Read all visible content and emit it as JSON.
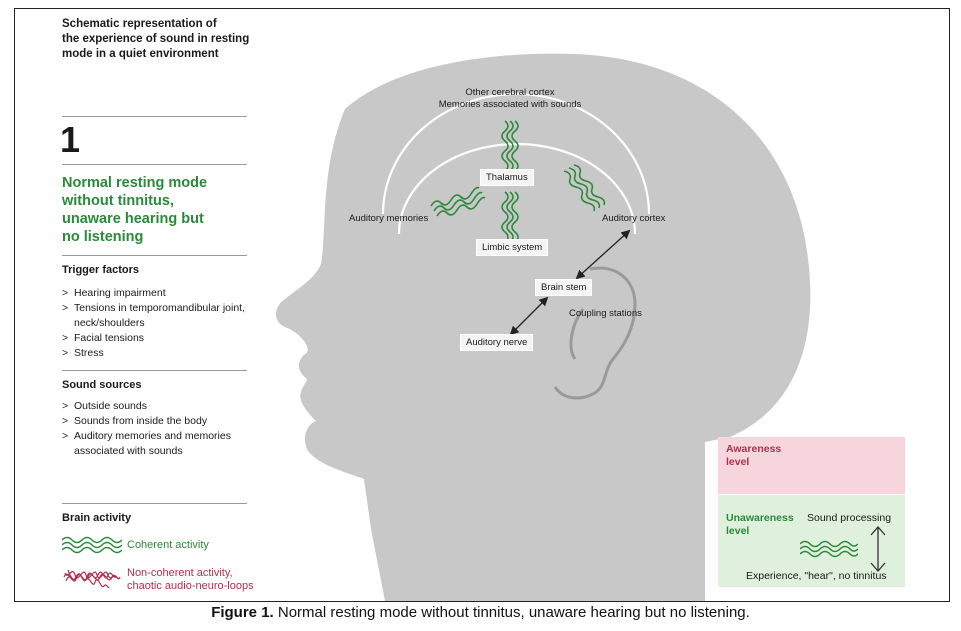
{
  "intro": [
    "Schematic representation of",
    "the experience of sound in resting",
    "mode in a quiet environment"
  ],
  "number": "1",
  "mode_title": [
    "Normal resting mode",
    "without tinnitus,",
    "unaware hearing but",
    "no listening"
  ],
  "trigger": {
    "heading": "Trigger factors",
    "items": [
      "Hearing impairment",
      "Tensions in temporomandibular joint, neck/shoulders",
      "Facial tensions",
      "Stress"
    ]
  },
  "sources": {
    "heading": "Sound sources",
    "items": [
      "Outside sounds",
      "Sounds from inside the body",
      "Auditory memories and memories associated with sounds"
    ]
  },
  "brain_activity": {
    "heading": "Brain activity",
    "coherent": "Coherent activity",
    "noncoherent": [
      "Non-coherent activity,",
      "chaotic audio-neuro-loops"
    ]
  },
  "diagram": {
    "cortex_top": [
      "Other cerebral cortex",
      "Memories associated with sounds"
    ],
    "thalamus": "Thalamus",
    "auditory_memories": "Auditory memories",
    "auditory_cortex": "Auditory cortex",
    "limbic_system": "Limbic system",
    "brain_stem": "Brain stem",
    "coupling_stations": "Coupling stations",
    "auditory_nerve": "Auditory nerve"
  },
  "levels": {
    "awareness": [
      "Awareness",
      "level"
    ],
    "unawareness": [
      "Unawareness",
      "level"
    ],
    "sound_processing": "Sound processing",
    "experience": "Experience, \"hear\", no tinnitus"
  },
  "caption": {
    "label": "Figure 1.",
    "text": " Normal resting mode without tinnitus, unaware hearing but no listening."
  },
  "colors": {
    "green": "#2a8a3a",
    "crimson": "#b0304e",
    "head": "#c8c8c8",
    "awareness_bg": "#f6d6dc",
    "unawareness_bg": "#dff0dc"
  },
  "icons": [
    "wavy-lines-icon",
    "tangled-lines-icon",
    "double-arrow-icon"
  ]
}
